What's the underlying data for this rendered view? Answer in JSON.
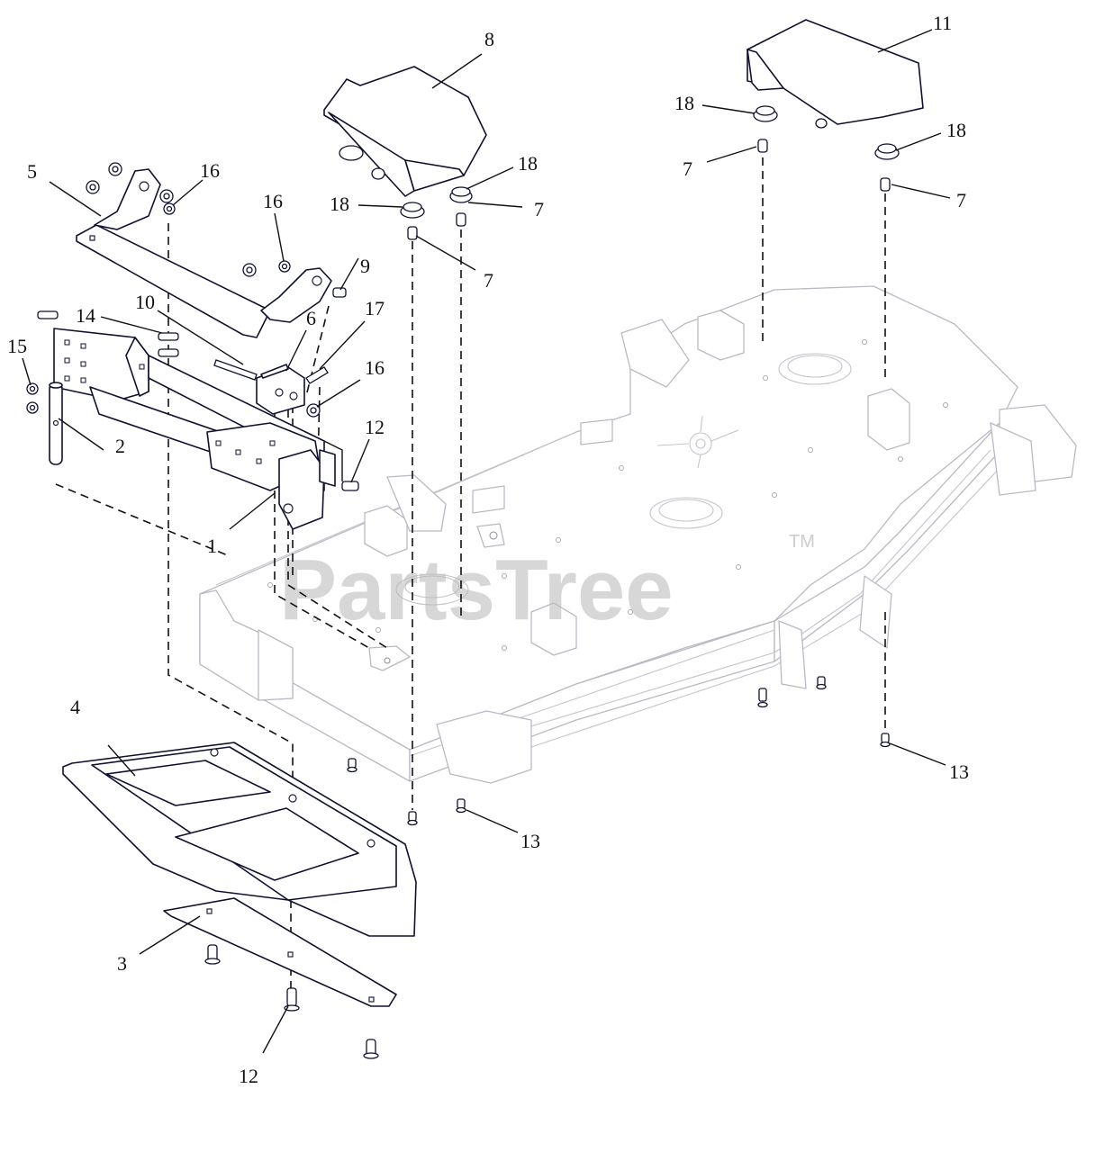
{
  "watermark": {
    "brand": "PartsTree",
    "tm": "TM"
  },
  "callouts": {
    "c1": "1",
    "c2": "2",
    "c3": "3",
    "c4": "4",
    "c5": "5",
    "c6": "6",
    "c7a": "7",
    "c7b": "7",
    "c7c": "7",
    "c7d": "7",
    "c8": "8",
    "c9": "9",
    "c10": "10",
    "c11": "11",
    "c12a": "12",
    "c12b": "12",
    "c13a": "13",
    "c13b": "13",
    "c14": "14",
    "c15": "15",
    "c16a": "16",
    "c16b": "16",
    "c16c": "16",
    "c17": "17",
    "c18a": "18",
    "c18b": "18",
    "c18c": "18",
    "c18d": "18"
  }
}
